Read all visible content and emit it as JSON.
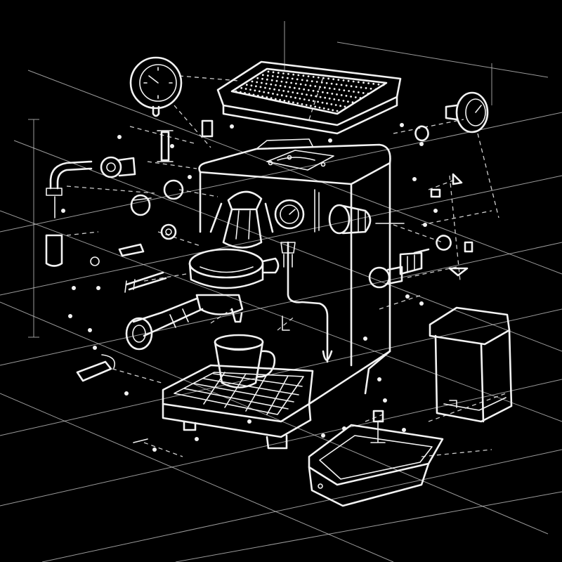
{
  "diagram": {
    "colors": {
      "background": "#000000",
      "line": "#f2f2f2"
    },
    "components": [
      {
        "name": "pressure-gauge-left",
        "icon": "gauge-icon"
      },
      {
        "name": "pressure-gauge-right",
        "icon": "gauge-icon"
      },
      {
        "name": "cup-warmer-tray",
        "icon": "tray-icon"
      },
      {
        "name": "machine-body",
        "icon": "espresso-machine-icon"
      },
      {
        "name": "group-head",
        "icon": "group-head-icon"
      },
      {
        "name": "portafilter",
        "icon": "portafilter-icon"
      },
      {
        "name": "steam-wand",
        "icon": "steam-wand-icon"
      },
      {
        "name": "control-knob",
        "icon": "knob-icon"
      },
      {
        "name": "espresso-cup",
        "icon": "cup-icon"
      },
      {
        "name": "drip-tray",
        "icon": "drip-tray-icon"
      },
      {
        "name": "water-reservoir",
        "icon": "water-tank-icon"
      },
      {
        "name": "hot-water-spout",
        "icon": "spout-icon"
      },
      {
        "name": "bolts-and-fittings",
        "icon": "bolt-icon"
      }
    ]
  }
}
